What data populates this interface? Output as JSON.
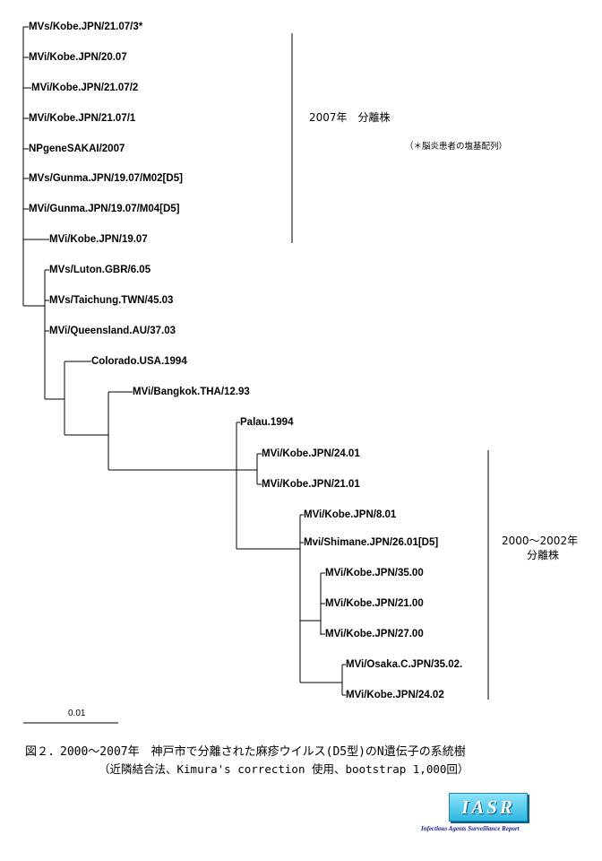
{
  "leaves": [
    "MVs/Kobe.JPN/21.07/3*",
    "MVi/Kobe.JPN/20.07",
    "MVi/Kobe.JPN/21.07/2",
    "MVi/Kobe.JPN/21.07/1",
    "NPgeneSAKAI/2007",
    "MVs/Gunma.JPN/19.07/M02[D5]",
    "MVi/Gunma.JPN/19.07/M04[D5]",
    "MVi/Kobe.JPN/19.07",
    "MVs/Luton.GBR/6.05",
    "MVs/Taichung.TWN/45.03",
    "MVi/Queensland.AU/37.03",
    "Colorado.USA.1994",
    "MVi/Bangkok.THA/12.93",
    "Palau.1994",
    "MVi/Kobe.JPN/24.01",
    "MVi/Kobe.JPN/21.01",
    "MVi/Kobe.JPN/8.01",
    "Mvi/Shimane.JPN/26.01[D5]",
    "MVi/Kobe.JPN/35.00",
    "MVi/Kobe.JPN/21.00",
    "MVi/Kobe.JPN/27.00",
    "MVi/Osaka.C.JPN/35.02.",
    "MVi/Kobe.JPN/24.02"
  ],
  "group_2007": {
    "label": "2007年　分離株",
    "note": "（＊脳炎患者の塩基配列）"
  },
  "group_2000": {
    "line1": "2000～2002年",
    "line2": "分離株"
  },
  "scale_label": "0.01",
  "caption": {
    "line1": "図２．2000～2007年　神戸市で分離された麻疹ウイルス(D5型)のN遺伝子の系統樹",
    "line2": "（近隣結合法、Kimura's correction 使用、bootstrap 1,000回）"
  },
  "logo": {
    "text": "IASR",
    "subtitle": "Infectious Agents Surveillance Report"
  }
}
